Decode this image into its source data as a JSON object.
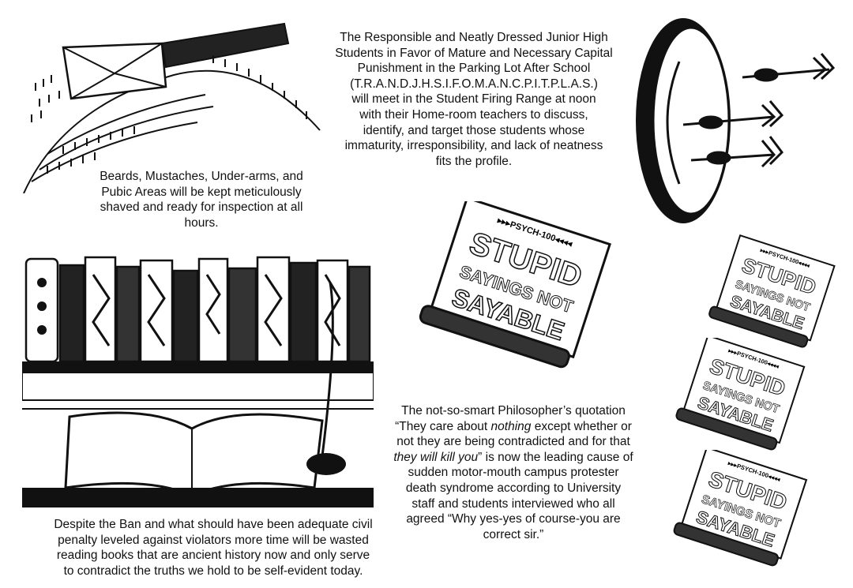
{
  "texts": {
    "top_notice": [
      "The Responsible and Neatly Dressed Junior High",
      "Students in Favor of Mature and Necessary Capital",
      "Punishment in the Parking Lot After School",
      "(T.R.A.N.D.J.H.S.I.F.O.M.A.N.C.P.I.T.P.L.A.S.)",
      "will meet in the Student Firing Range at noon",
      "with their Home-room teachers to discuss,",
      "identify, and target those students whose",
      "immaturity, irresponsibility, and lack of neatness",
      "fits the profile."
    ],
    "shaving_notice": [
      "Beards, Mustaches, Under-arms, and",
      "Pubic Areas will be kept meticulously",
      "shaved and ready for inspection at all",
      "hours."
    ],
    "philosopher": {
      "line1": "The not-so-smart Philosopher’s quotation",
      "line2_pre": "“They care about ",
      "line2_em": "nothing",
      "line2_post": " except whether or",
      "line3": "not they are being contradicted and for that",
      "line4_em": "they will kill you",
      "line4_post": "” is now the leading cause of",
      "line5": "sudden motor-mouth campus protester",
      "line6": "death syndrome according to University",
      "line7": "staff and students interviewed who all",
      "line8": "agreed “Why yes-yes of course-you are",
      "line9": "correct sir.”"
    },
    "book_ban": [
      "Despite the Ban and what should have been adequate civil",
      "penalty leveled against violators more time will be wasted",
      "reading books that are ancient history now and only serve",
      "to contradict the truths we hold to be self-evident today."
    ]
  },
  "book_cover": {
    "course": "▸▸▸PSYCH-100◂◂◂◂",
    "title1": "STUPID",
    "title2": "SAYINGS NOT",
    "title3": "SAYABLE"
  },
  "colors": {
    "ink": "#111111",
    "paper": "#ffffff"
  }
}
